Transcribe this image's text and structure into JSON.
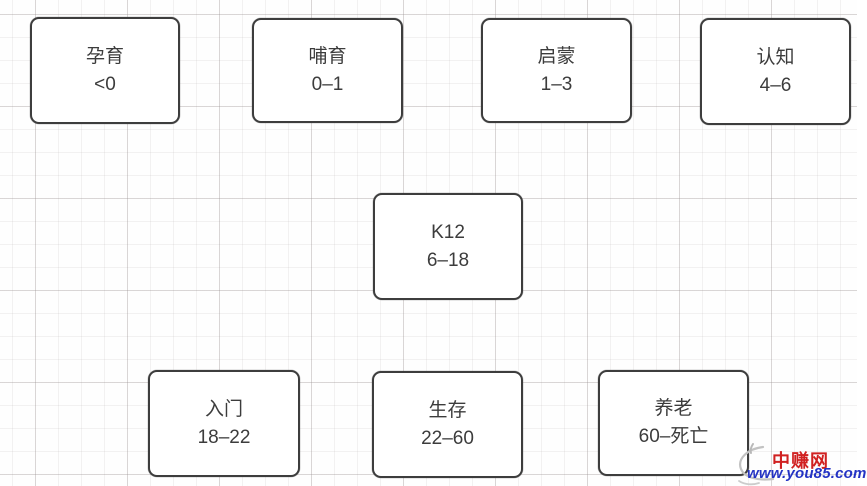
{
  "diagram": {
    "description": "life-stage diagram on graph paper",
    "nodes": [
      {
        "label": "孕育",
        "range": "<0"
      },
      {
        "label": "哺育",
        "range": "0–1"
      },
      {
        "label": "启蒙",
        "range": "1–3"
      },
      {
        "label": "认知",
        "range": "4–6"
      },
      {
        "label": "K12",
        "range": "6–18"
      },
      {
        "label": "入门",
        "range": "18–22"
      },
      {
        "label": "生存",
        "range": "22–60"
      },
      {
        "label": "养老",
        "range": "60–死亡"
      }
    ]
  },
  "watermark": {
    "site_name": "中赚网",
    "site_url": "www.you85.com",
    "name_color": "#d02121",
    "url_color": "#2433c4"
  },
  "colors": {
    "node_border": "#3d3d3d",
    "node_text": "#3c3c3c",
    "grid_minor": "#f1efef",
    "grid_major": "#e4e1e1",
    "background": "#fefefe"
  }
}
